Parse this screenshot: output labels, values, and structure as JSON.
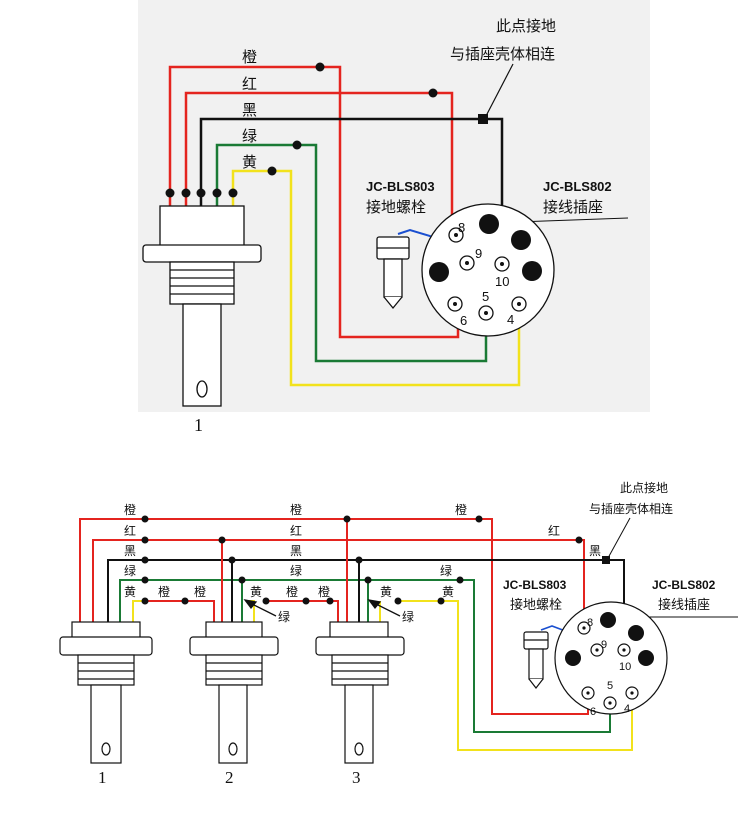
{
  "colors": {
    "orange": "#e4241f",
    "red": "#e4241f",
    "black": "#111111",
    "green": "#1a7a35",
    "yellow": "#f2e21c",
    "blue": "#1a4fd0",
    "panel": "#f1f1f1"
  },
  "top": {
    "wire_labels": [
      "橙",
      "红",
      "黑",
      "绿",
      "黄"
    ],
    "ground_note_line1": "此点接地",
    "ground_note_line2": "与插座壳体相连",
    "bolt_model": "JC-BLS803",
    "bolt_name": "接地螺栓",
    "socket_model": "JC-BLS802",
    "socket_name": "接线插座",
    "pins": [
      "8",
      "9",
      "10",
      "6",
      "5",
      "4"
    ],
    "electrode_number": "1"
  },
  "bottom": {
    "wire_labels": [
      "橙",
      "红",
      "黑",
      "绿",
      "黄"
    ],
    "orange_mid": "橙",
    "orange_right": "橙",
    "red_mid": "红",
    "red_right": "红",
    "black_mid": "黑",
    "black_right": "黑",
    "green_mid": "绿",
    "green_right": "绿",
    "yellow_right": "黄",
    "e1_orange": "橙",
    "e1_orange2": "橙",
    "e2_yellow": "黄",
    "e2_green": "绿",
    "e2_orange": "橙",
    "e2_orange2": "橙",
    "e3_yellow": "黄",
    "e3_green": "绿",
    "ground_note_line1": "此点接地",
    "ground_note_line2": "与插座壳体相连",
    "bolt_model": "JC-BLS803",
    "bolt_name": "接地螺栓",
    "socket_model": "JC-BLS802",
    "socket_name": "接线插座",
    "pins": [
      "8",
      "9",
      "10",
      "6",
      "5",
      "4"
    ],
    "electrode_numbers": [
      "1",
      "2",
      "3"
    ]
  }
}
